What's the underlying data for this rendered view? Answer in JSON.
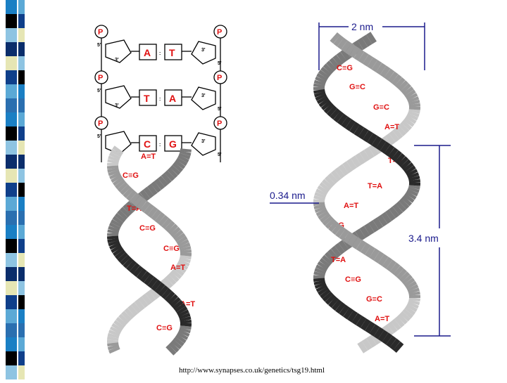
{
  "colors": {
    "bar_palette": [
      "#1a7fc4",
      "#0a2d6b",
      "#5ba9d6",
      "#000000",
      "#e6e6b4",
      "#2a6fb0",
      "#8ec4e2",
      "#0f3f8a"
    ],
    "base_pair_text": "#e01010",
    "measurement_text": "#1a1a8c"
  },
  "schematic": {
    "rows": [
      {
        "left_base": "A",
        "bond": ":",
        "right_base": "T"
      },
      {
        "left_base": "T",
        "bond": ":",
        "right_base": "A"
      },
      {
        "left_base": "C",
        "bond": ":",
        "right_base": "G"
      }
    ],
    "phosphate_label": "P",
    "five_prime": "5'",
    "three_prime": "3'"
  },
  "left_helix": {
    "pairs": [
      "A=T",
      "C≡G",
      "T=A",
      "C≡G",
      "C≡G",
      "A=T",
      "A=T",
      "C≡G"
    ]
  },
  "right_helix": {
    "pairs": [
      "C≡G",
      "G≡C",
      "G≡C",
      "A=T",
      "T=A",
      "T=A",
      "A=T",
      "C≡G",
      "T=A",
      "C≡G",
      "G≡C",
      "A=T"
    ]
  },
  "measurements": {
    "width_label": "2 nm",
    "rise_label": "0.34 nm",
    "pitch_label": "3.4 nm"
  },
  "source_url": "http://www.synapses.co.uk/genetics/tsg19.html"
}
